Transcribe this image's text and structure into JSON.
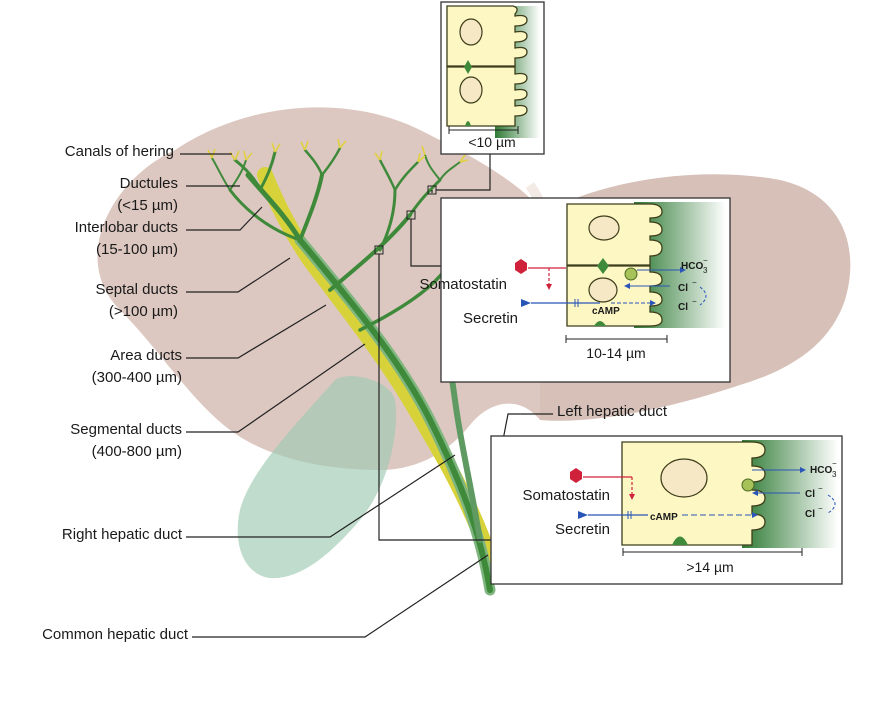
{
  "labels": {
    "canals_of_hering": "Canals of hering",
    "ductules": "Ductules",
    "ductules_size": "(<15 µm)",
    "interlobar_ducts": "Interlobar ducts",
    "interlobar_size": "(15-100 µm)",
    "septal_ducts": "Septal ducts",
    "septal_size": "(>100 µm)",
    "area_ducts": "Area ducts",
    "area_size": "(300-400 µm)",
    "segmental_ducts": "Segmental ducts",
    "segmental_size": "(400-800 µm)",
    "right_hepatic_duct": "Right hepatic duct",
    "left_hepatic_duct": "Left hepatic duct",
    "common_hepatic_duct": "Common hepatic duct"
  },
  "inset_small": {
    "size": "<10 µm"
  },
  "inset_medium": {
    "somatostatin": "Somatostatin",
    "secretin": "Secretin",
    "camp": "cAMP",
    "hco3": "HCO",
    "hco3_sub": "3",
    "hco3_sup": "−",
    "cl_upper": "Cl",
    "cl_lower": "Cl",
    "cl_sup": "−",
    "size": "10-14 µm"
  },
  "inset_large": {
    "somatostatin": "Somatostatin",
    "secretin": "Secretin",
    "camp": "cAMP",
    "hco3": "HCO",
    "hco3_sub": "3",
    "hco3_sup": "−",
    "cl_upper": "Cl",
    "cl_lower": "Cl",
    "cl_sup": "−",
    "size": ">14 µm"
  },
  "colors": {
    "liver": "#dcc8c0",
    "liver_shade": "#ccb2a8",
    "duct_green": "#3f8a3a",
    "duct_yellow": "#d8d23a",
    "cell_fill": "#fdf7c4",
    "somatostatin_red": "#d0213a",
    "secretin_blue": "#2a55b8"
  }
}
